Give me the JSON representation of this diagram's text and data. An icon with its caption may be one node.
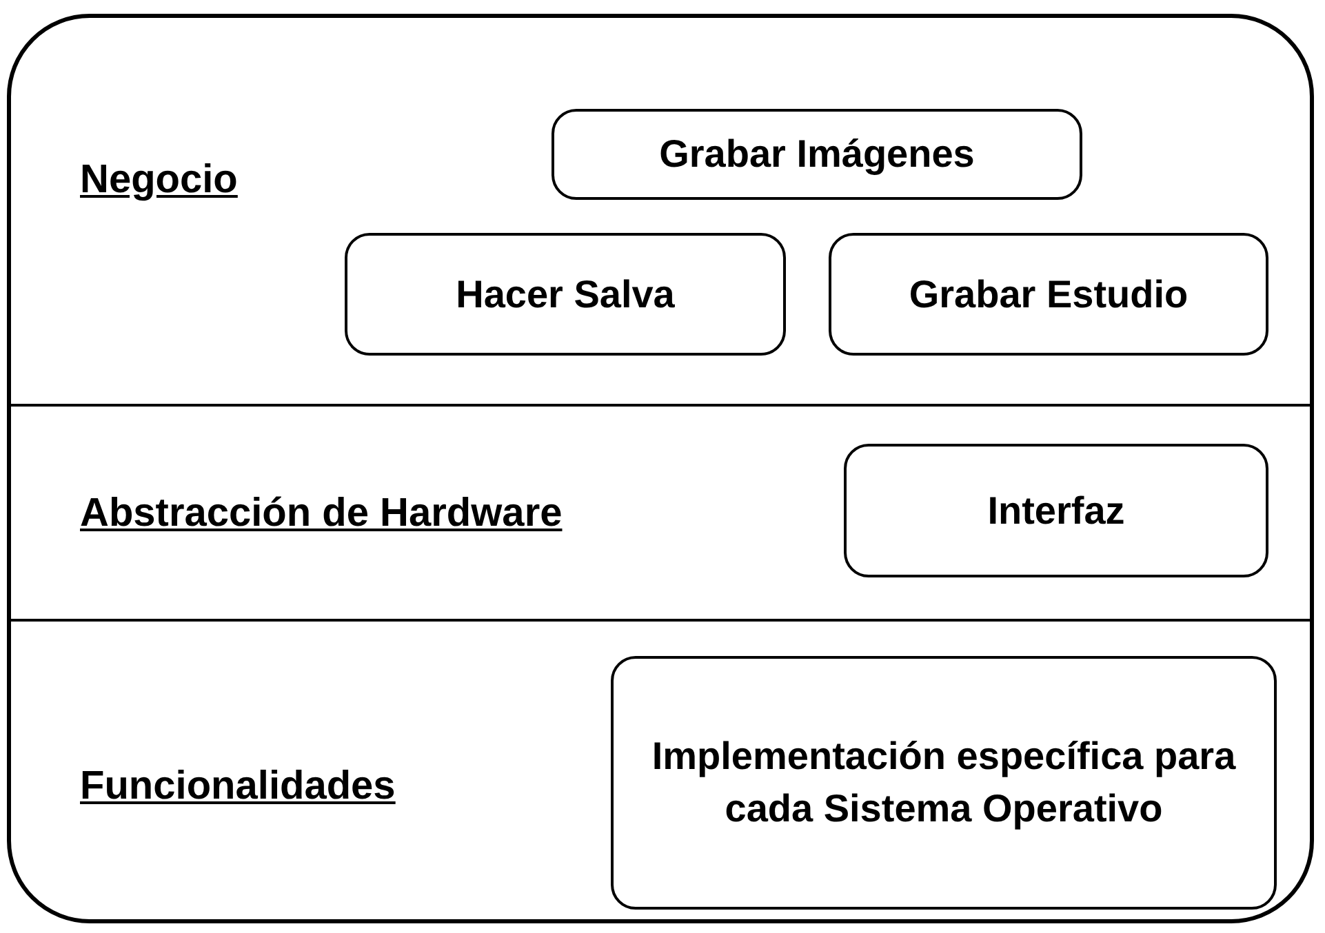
{
  "diagram": {
    "nodes": [
      {
        "text": [],
        "shape": "box"
      },
      {
        "text": [
          "Negocio"
        ],
        "in": 0
      },
      {
        "text": [
          "Grabar Imágenes"
        ],
        "in": 1
      },
      {
        "text": [
          "Hacer Salva"
        ],
        "in": 1
      },
      {
        "text": [
          "Grabar Estudio"
        ],
        "in": 1
      },
      {
        "text": [
          "Abstracción de Hardware"
        ],
        "in": 0
      },
      {
        "text": [
          "Interfaz"
        ],
        "in": 5
      },
      {
        "text": [
          "Funcionalidades"
        ],
        "in": 0
      },
      {
        "text": [
          "Implementación específica para cada Sistema Operativo"
        ],
        "in": 7
      }
    ],
    "edges": []
  }
}
